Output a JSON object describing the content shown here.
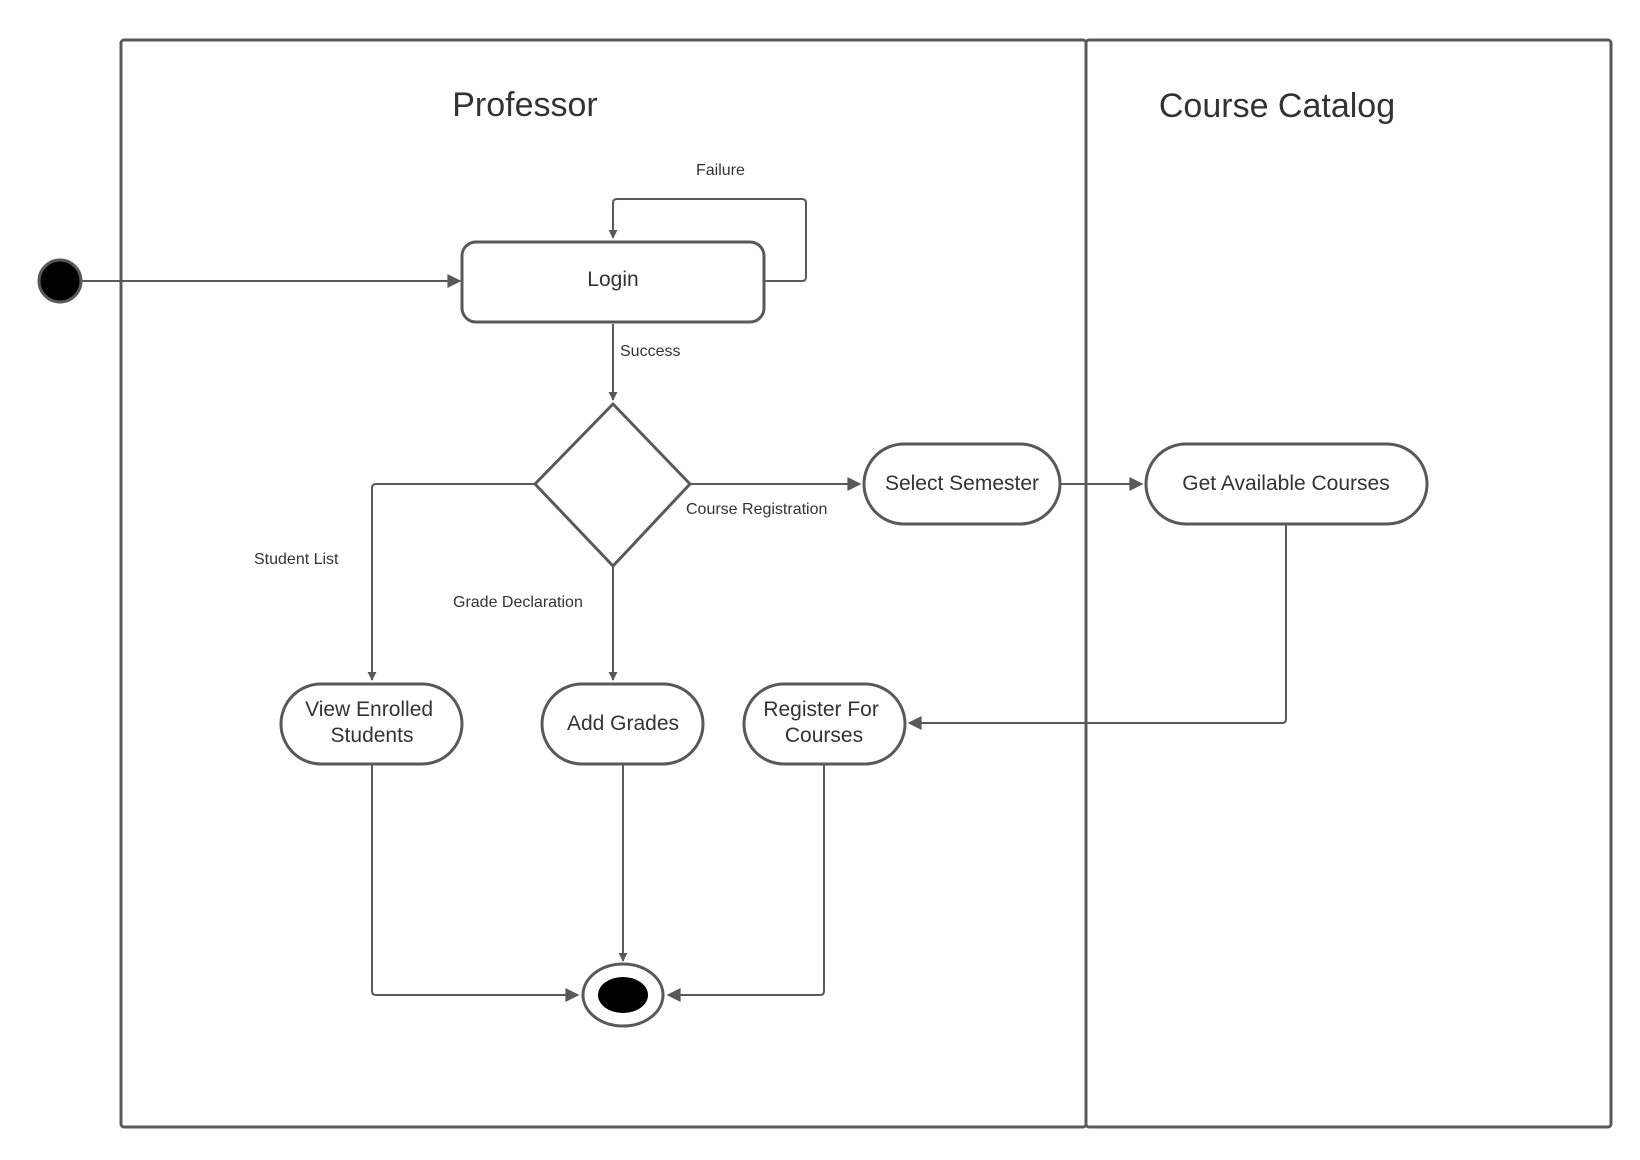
{
  "lanes": {
    "professor": "Professor",
    "course_catalog": "Course Catalog"
  },
  "nodes": {
    "login": "Login",
    "select_semester": "Select Semester",
    "get_available_courses": "Get Available Courses",
    "view_enrolled_students": [
      "View Enrolled",
      "Students"
    ],
    "add_grades": "Add Grades",
    "register_for_courses": [
      "Register For",
      "Courses"
    ]
  },
  "edge_labels": {
    "failure": "Failure",
    "success": "Success",
    "course_registration": "Course Registration",
    "student_list": "Student List",
    "grade_declaration": "Grade Declaration"
  },
  "colors": {
    "line": "#595959",
    "text": "#333333",
    "initial_node": "#000000",
    "background": "#ffffff"
  }
}
